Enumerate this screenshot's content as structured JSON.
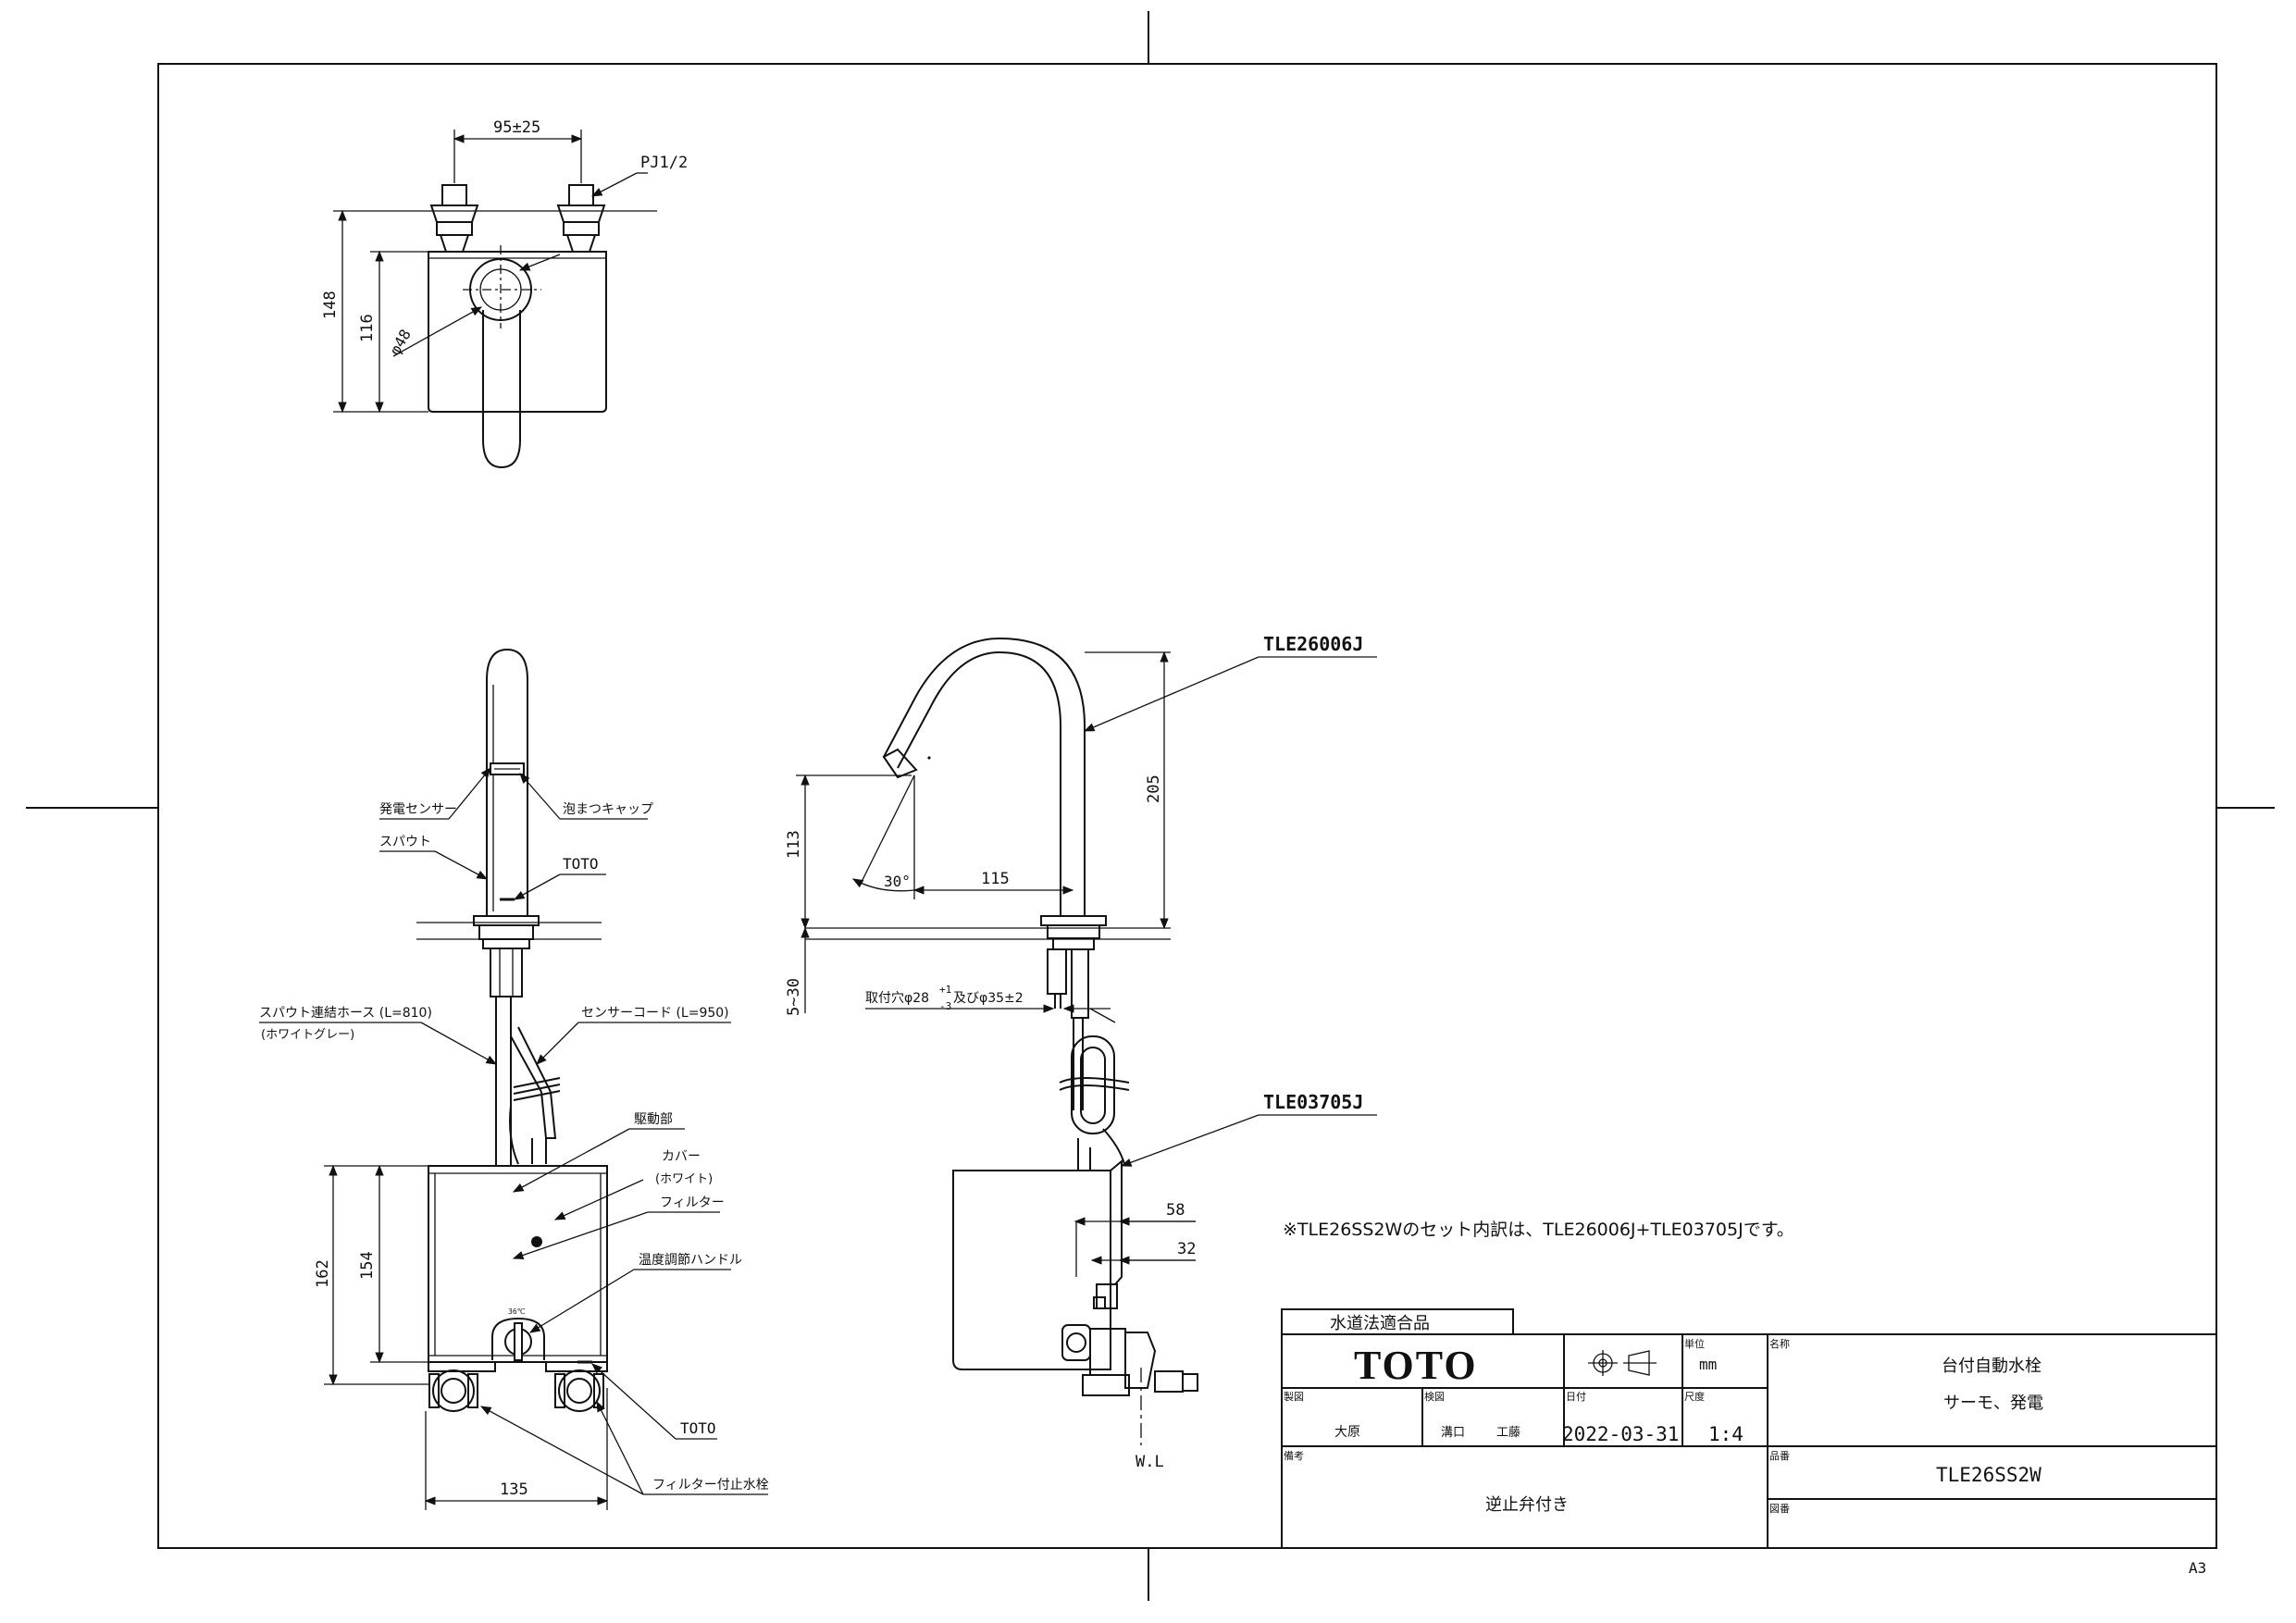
{
  "drawing": {
    "sheet_size": "A3",
    "note": "※TLE26SS2Wのセット内訳は、TLE26006J+TLE03705Jです。",
    "parts": {
      "spout_part_no": "TLE26006J",
      "unit_part_no": "TLE03705J"
    },
    "top_view": {
      "dim_pitch": "95±25",
      "thread": "PJ1/2",
      "dim_height": "148",
      "dim_body": "116",
      "dim_dia": "φ48"
    },
    "front_view": {
      "label_sensor": "発電センサー",
      "label_cap": "泡まつキャップ",
      "label_spout": "スパウト",
      "label_logo": "TOTO",
      "label_hose": "スパウト連結ホース (L=810)",
      "label_hose_color": "(ホワイトグレー)",
      "label_cord": "センサーコード (L=950)",
      "label_drive": "駆動部",
      "label_cover": "カバー",
      "label_cover_color": "(ホワイト)",
      "label_filter": "フィルター",
      "label_temp_handle": "温度調節ハンドル",
      "label_toto2": "TOTO",
      "label_filter_valve": "フィルター付止水栓",
      "dim_162": "162",
      "dim_154": "154",
      "dim_135": "135"
    },
    "side_view": {
      "dim_113": "113",
      "dim_205": "205",
      "dim_115": "115",
      "angle": "30°",
      "dim_5_30": "5~30",
      "mount_hole": "取付穴φ28",
      "mount_tol_plus": "+1",
      "mount_tol_minus": "-3",
      "mount_hole_2": "及びφ35±2",
      "dim_58": "58",
      "dim_32": "32",
      "wl": "W.L"
    }
  },
  "title_block": {
    "compliance": "水道法適合品",
    "brand": "TOTO",
    "unit_label": "単位",
    "unit_value": "mm",
    "name_label": "名称",
    "product_name": "台付自動水栓",
    "product_sub": "サーモ、発電",
    "drafter_label": "製図",
    "drafter": "大原",
    "checker_label": "検図",
    "checker_1": "溝口",
    "checker_2": "工藤",
    "date_label": "日付",
    "date": "2022-03-31",
    "scale_label": "尺度",
    "scale": "1:4",
    "model_label": "品番",
    "model": "TLE26SS2W",
    "remarks_label": "備考",
    "remarks": "逆止弁付き",
    "drawing_no_label": "図番",
    "drawing_no": ""
  }
}
